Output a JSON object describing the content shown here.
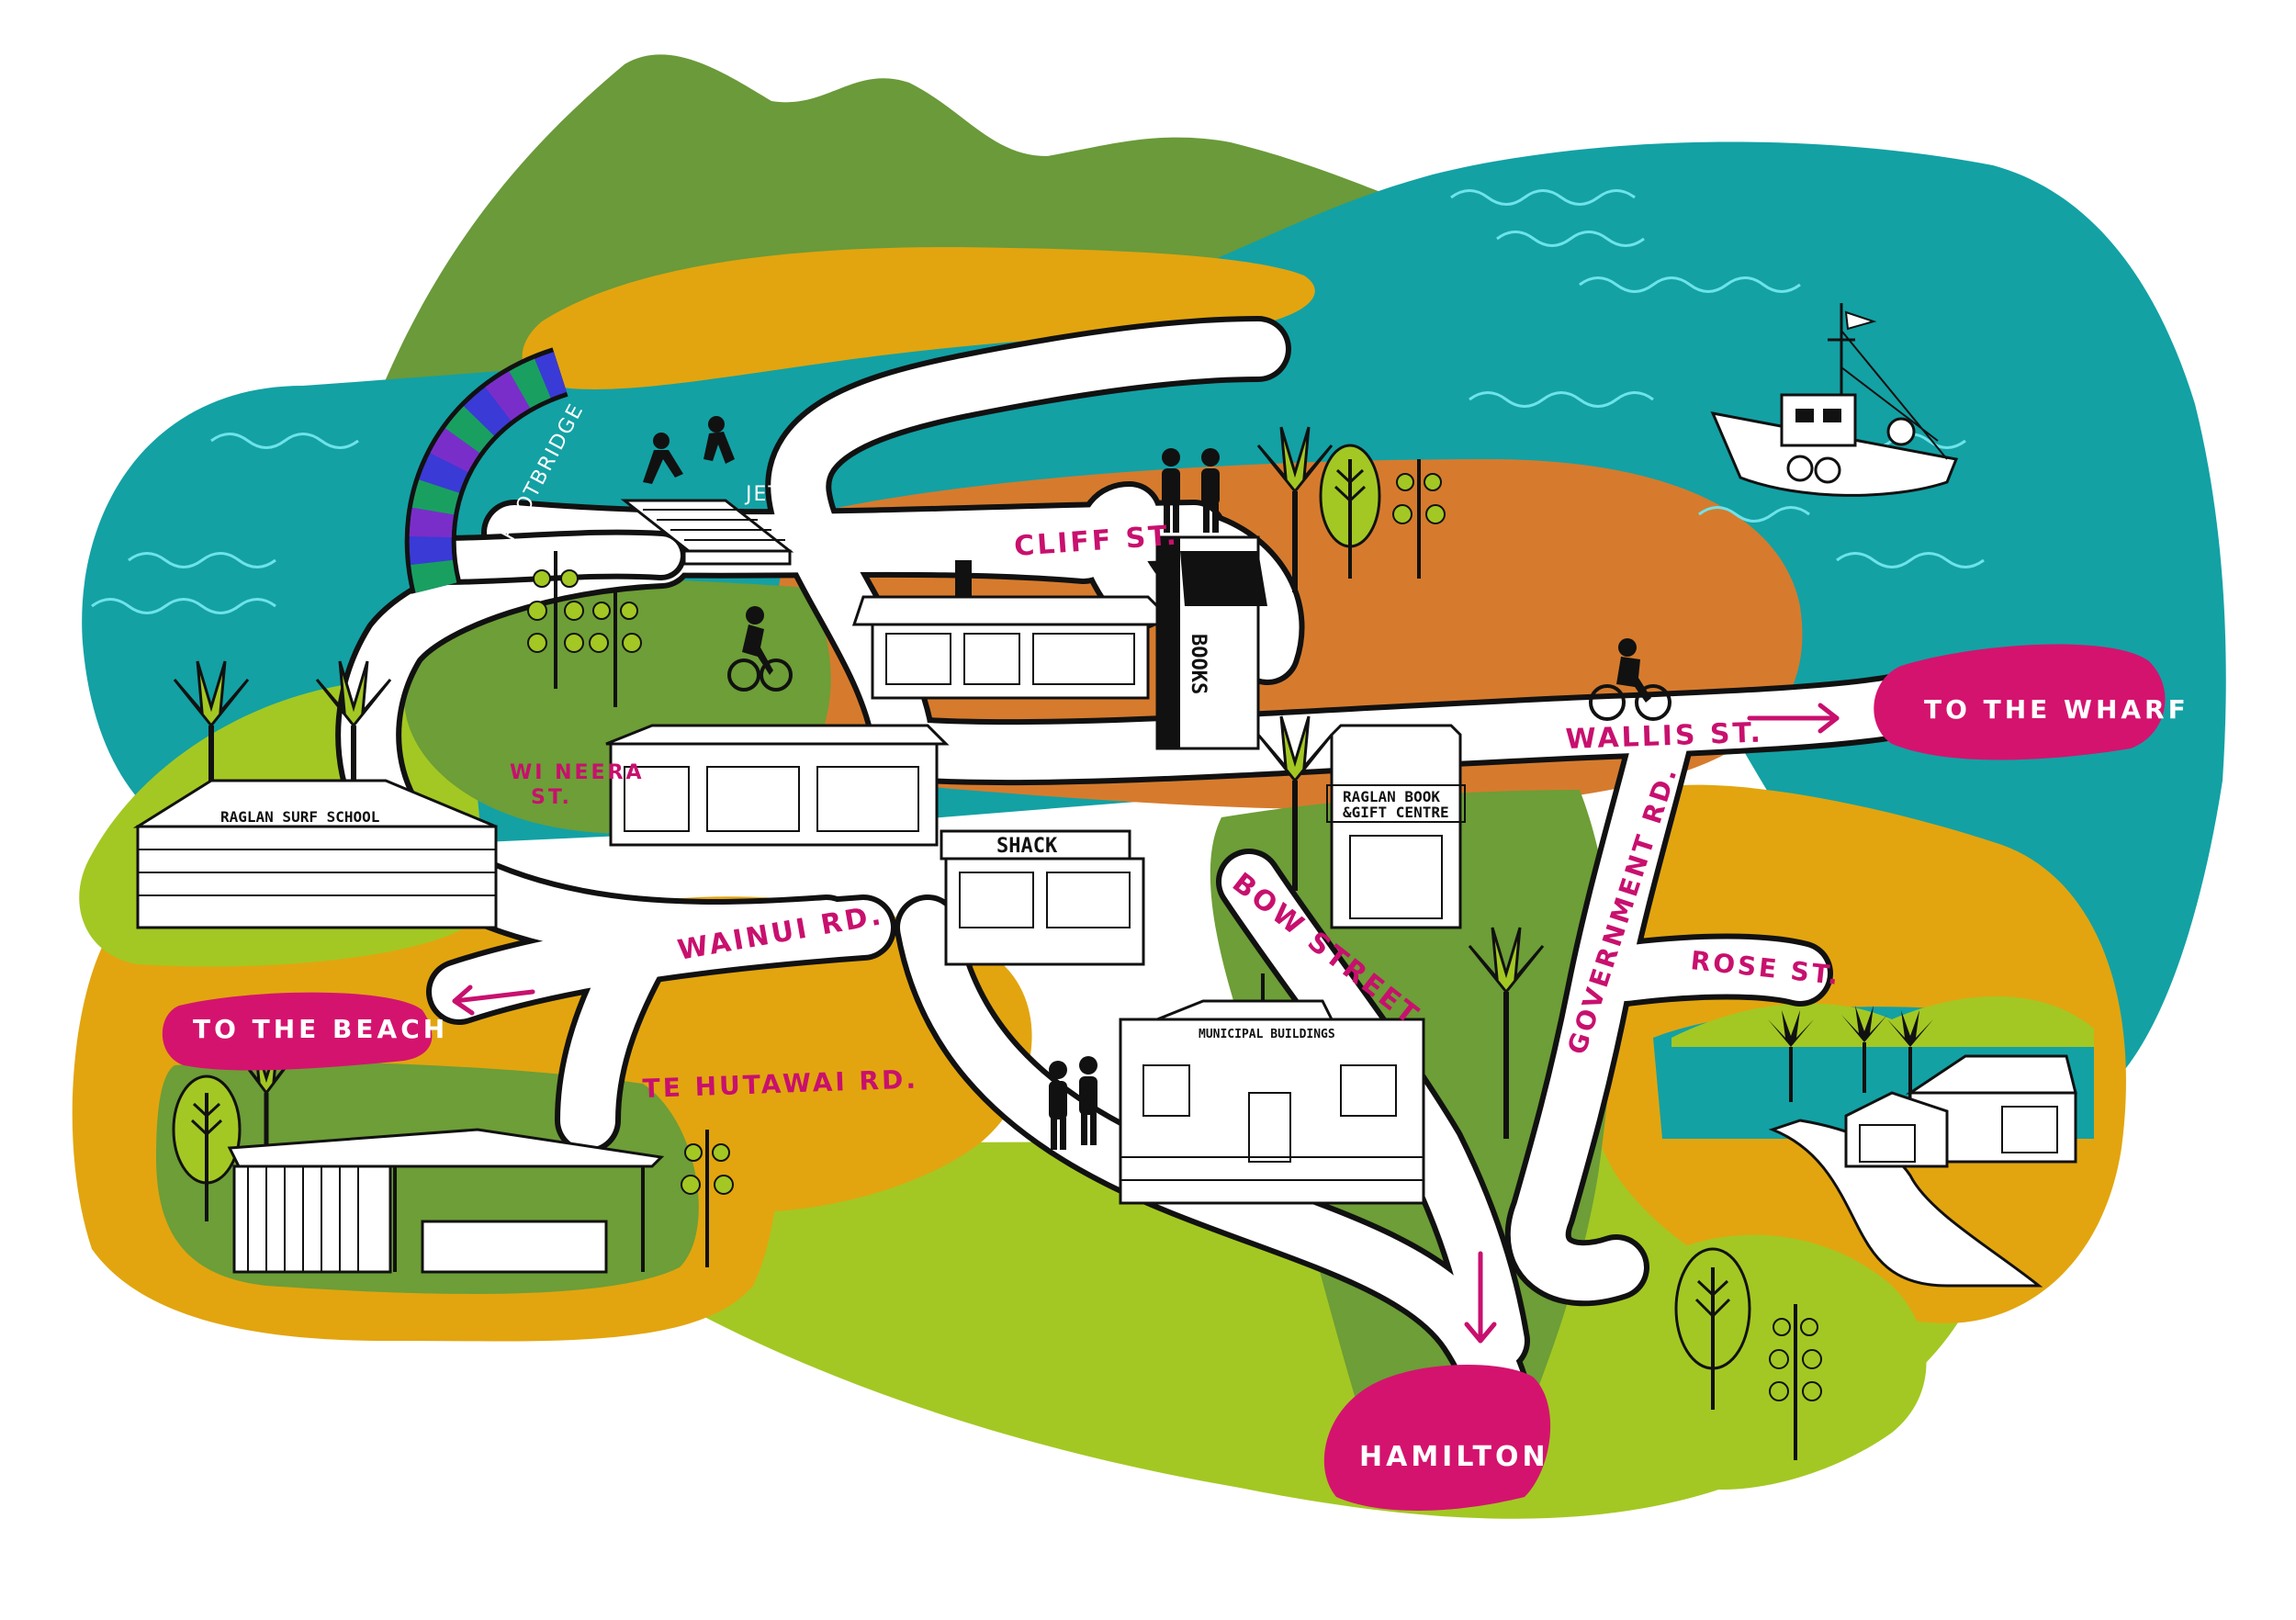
{
  "colors": {
    "sea": "#13a1a4",
    "hill": "#6a9a3a",
    "sand": "#e2a50f",
    "earth": "#d67b2d",
    "lime": "#a3c823",
    "grass": "#6d9e37",
    "magenta": "#d4136f",
    "road": "#ffffff",
    "ink": "#111111",
    "wave": "#6ee3ea"
  },
  "streets": {
    "cliff": "CLIFF ST.",
    "wallis": "WALLIS ST.",
    "wineera_1": "WI NEERA",
    "wineera_2": "ST.",
    "wainui": "WAINUI RD.",
    "bow": "BOW STREET",
    "government": "GOVERNMENT RD.",
    "rose": "ROSE ST.",
    "te_hutawai": "TE HUTAWAI RD."
  },
  "landmarks": {
    "footbridge": "FOOTBRIDGE",
    "jetty": "JETTY"
  },
  "destinations": {
    "wharf": "TO THE WHARF",
    "beach": "TO THE BEACH",
    "hamilton": "HAMILTON"
  },
  "building_signs": {
    "books": "BOOKS",
    "shack": "SHACK",
    "gift_1": "RAGLAN BOOK",
    "gift_2": "&GIFT CENTRE",
    "municipal": "MUNICIPAL BUILDINGS",
    "surf": "RAGLAN SURF SCHOOL"
  },
  "icons": [
    "fishing-boat-icon",
    "cyclist-icon",
    "pedestrian-icon",
    "palm-tree-icon",
    "leaf-tree-icon",
    "arrow-right-icon",
    "arrow-left-icon",
    "arrow-down-icon"
  ]
}
